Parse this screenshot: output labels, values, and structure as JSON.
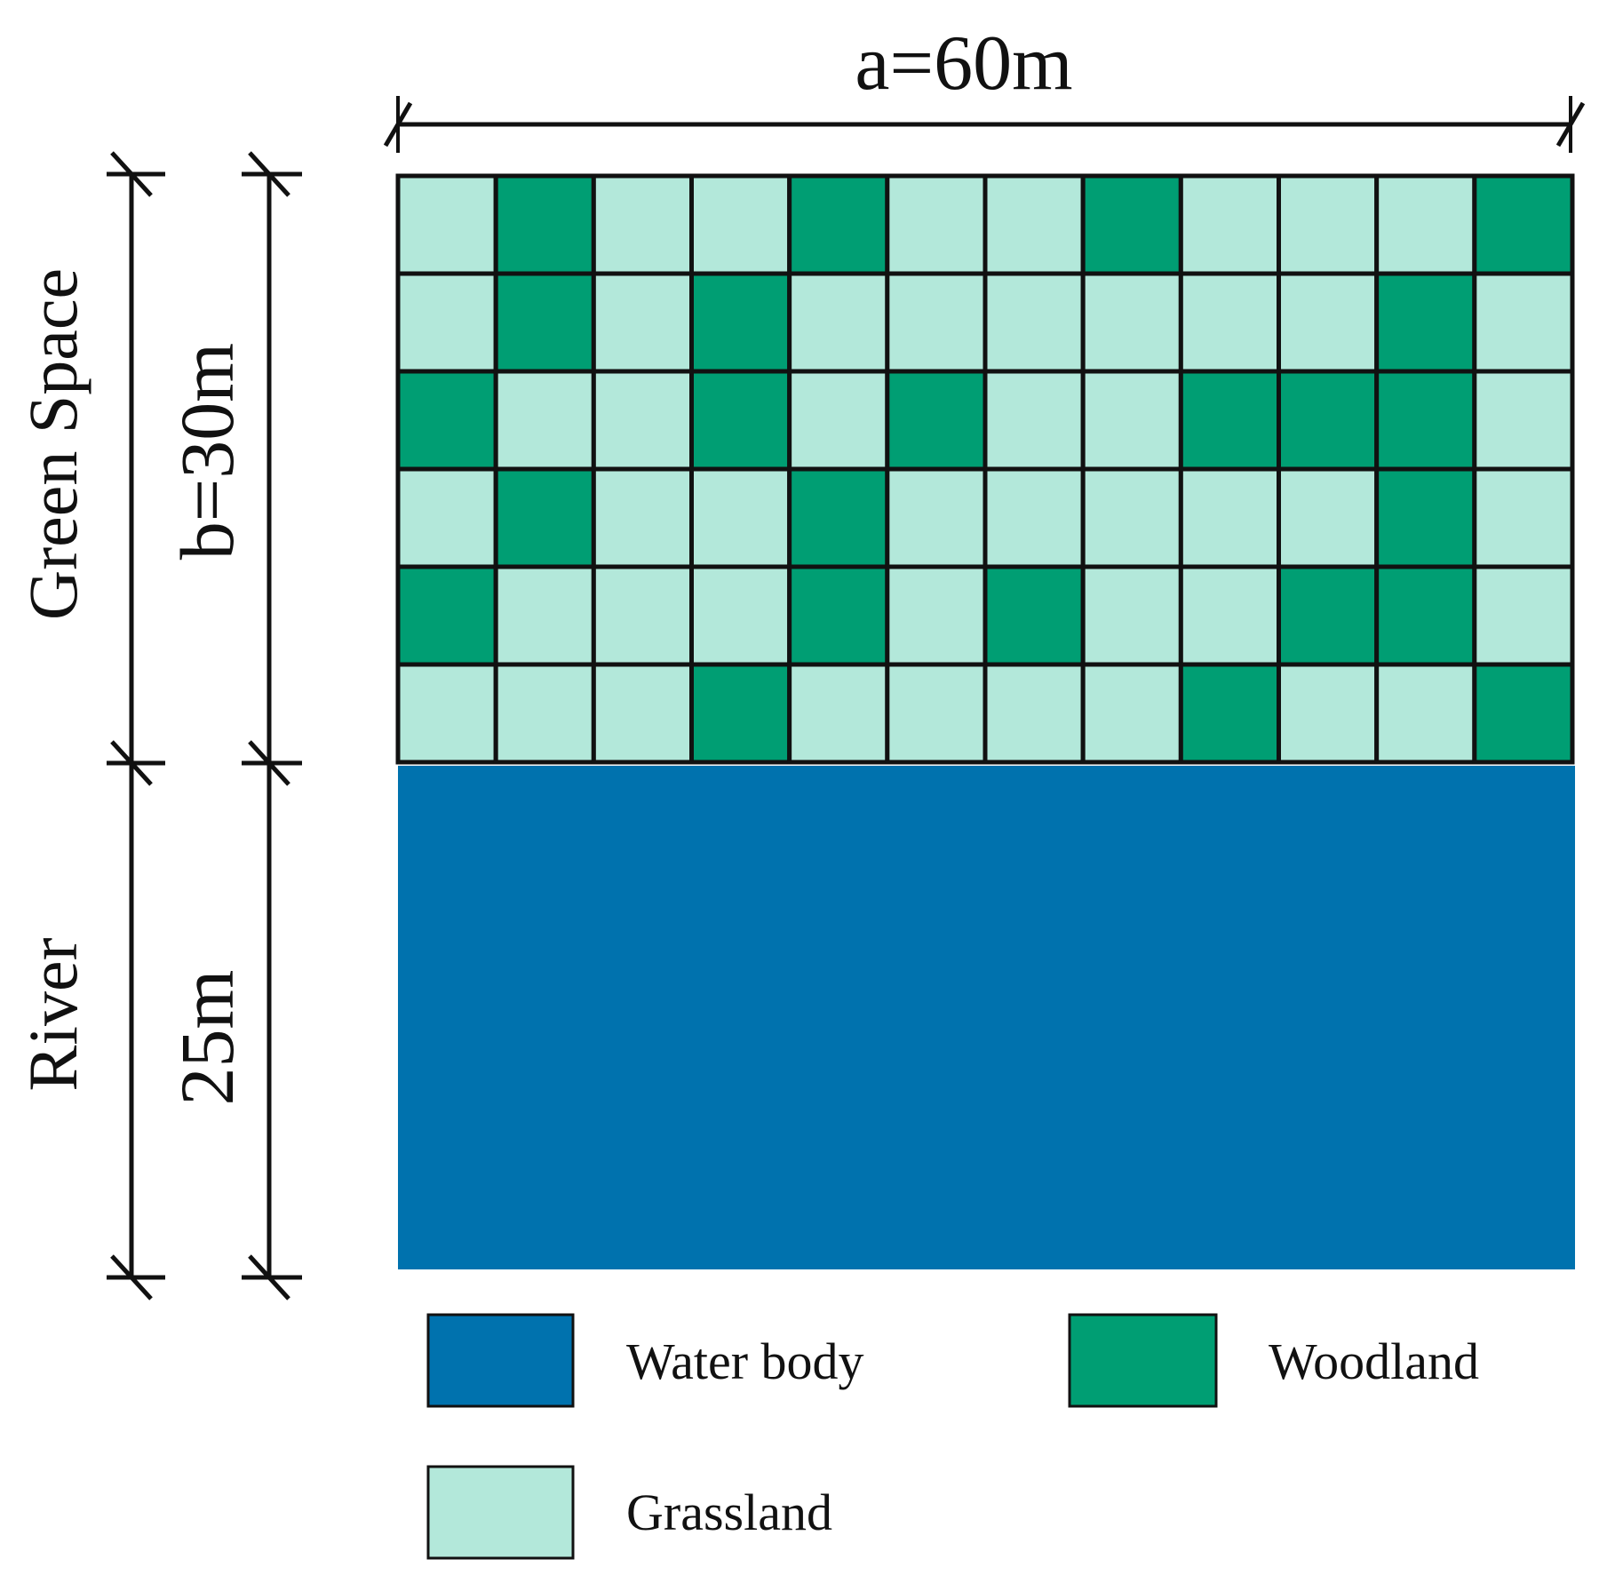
{
  "dimensions": {
    "width_label": "a=60m",
    "green_height_label": "b=30m",
    "river_height_label": "25m"
  },
  "zones": {
    "green_space": "Green Space",
    "river": "River"
  },
  "colors": {
    "water": "#0072ae",
    "woodland": "#009e73",
    "grassland": "#b3e8da",
    "line": "#111111"
  },
  "grid": {
    "rows": 6,
    "cols": 12,
    "cells": [
      "GWGGWGGWGGGW",
      "GWGWGGGGGGWG",
      "WGGWGWGGWWWG",
      "GWGGWGGGGGWG",
      "WGGGWGWGGWWG",
      "GGGWGGGGWGGW"
    ]
  },
  "legend": [
    {
      "key": "water",
      "label": "Water body"
    },
    {
      "key": "woodland",
      "label": "Woodland"
    },
    {
      "key": "grassland",
      "label": "Grassland"
    }
  ]
}
